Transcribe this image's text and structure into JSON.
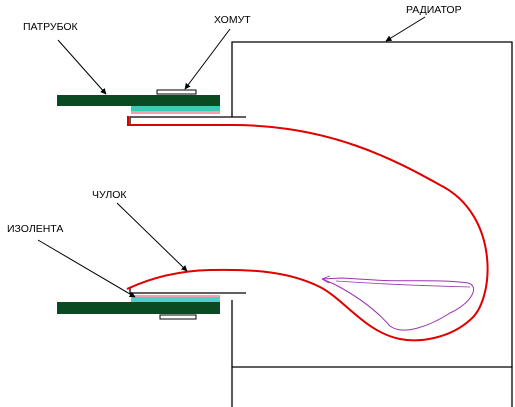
{
  "labels": {
    "patrubok": "ПАТРУБОК",
    "khomut": "ХОМУТ",
    "radiator": "РАДИАТОР",
    "chulok": "ЧУЛОК",
    "izolenta": "ИЗОЛЕНТА"
  },
  "colors": {
    "pipe": "#0a4a23",
    "insulating_tape": "#3ec8b8",
    "insulating_tape_lower": "#4dd0c8",
    "stocking": "#e00000",
    "pink_layer": "#f0a0b0",
    "foreign_object": "#9a33b0",
    "outline": "#000000"
  }
}
